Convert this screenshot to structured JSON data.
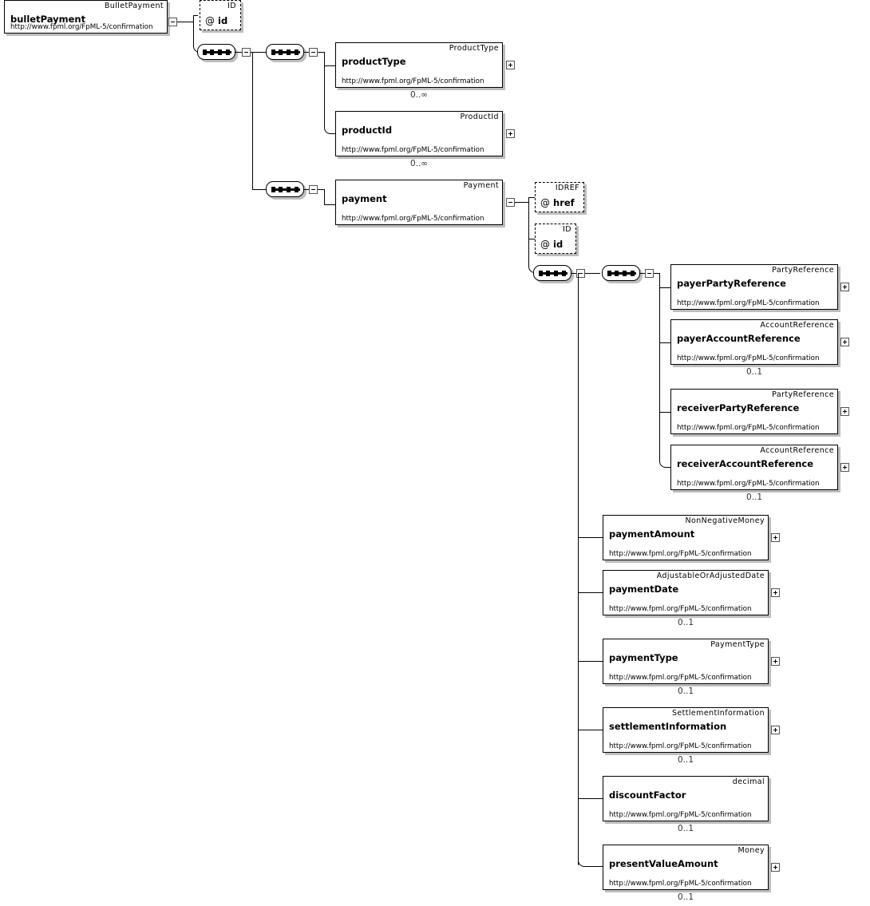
{
  "diagram": {
    "kind": "xml-schema-tree",
    "namespace": "http://www.fpml.org/FpML-5/confirmation",
    "root": {
      "name": "bulletPayment",
      "type": "BulletPayment",
      "namespace": "http://www.fpml.org/FpML-5/confirmation"
    },
    "root_attributes": [
      {
        "name": "id",
        "at": "@",
        "type": "ID"
      }
    ],
    "product_children": [
      {
        "name": "productType",
        "type": "ProductType",
        "namespace": "http://www.fpml.org/FpML-5/confirmation",
        "cardinality": "0..∞"
      },
      {
        "name": "productId",
        "type": "ProductId",
        "namespace": "http://www.fpml.org/FpML-5/confirmation",
        "cardinality": "0..∞"
      }
    ],
    "payment": {
      "name": "payment",
      "type": "Payment",
      "namespace": "http://www.fpml.org/FpML-5/confirmation",
      "cardinality": ""
    },
    "payment_attributes": [
      {
        "name": "href",
        "at": "@",
        "type": "IDREF"
      },
      {
        "name": "id",
        "at": "@",
        "type": "ID"
      }
    ],
    "party_references": [
      {
        "name": "payerPartyReference",
        "type": "PartyReference",
        "namespace": "http://www.fpml.org/FpML-5/confirmation",
        "cardinality": ""
      },
      {
        "name": "payerAccountReference",
        "type": "AccountReference",
        "namespace": "http://www.fpml.org/FpML-5/confirmation",
        "cardinality": "0..1"
      },
      {
        "name": "receiverPartyReference",
        "type": "PartyReference",
        "namespace": "http://www.fpml.org/FpML-5/confirmation",
        "cardinality": ""
      },
      {
        "name": "receiverAccountReference",
        "type": "AccountReference",
        "namespace": "http://www.fpml.org/FpML-5/confirmation",
        "cardinality": "0..1"
      }
    ],
    "payment_children": [
      {
        "name": "paymentAmount",
        "type": "NonNegativeMoney",
        "namespace": "http://www.fpml.org/FpML-5/confirmation",
        "cardinality": ""
      },
      {
        "name": "paymentDate",
        "type": "AdjustableOrAdjustedDate",
        "namespace": "http://www.fpml.org/FpML-5/confirmation",
        "cardinality": "0..1"
      },
      {
        "name": "paymentType",
        "type": "PaymentType",
        "namespace": "http://www.fpml.org/FpML-5/confirmation",
        "cardinality": "0..1"
      },
      {
        "name": "settlementInformation",
        "type": "SettlementInformation",
        "namespace": "http://www.fpml.org/FpML-5/confirmation",
        "cardinality": "0..1"
      },
      {
        "name": "discountFactor",
        "type": "decimal",
        "namespace": "http://www.fpml.org/FpML-5/confirmation",
        "cardinality": "0..1"
      },
      {
        "name": "presentValueAmount",
        "type": "Money",
        "namespace": "http://www.fpml.org/FpML-5/confirmation",
        "cardinality": "0..1"
      }
    ],
    "icons": {
      "sequence": "sequence-icon",
      "expand": "plus-toggle-icon",
      "collapse": "minus-toggle-icon"
    }
  }
}
